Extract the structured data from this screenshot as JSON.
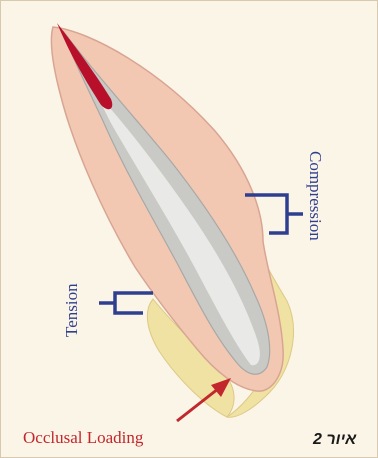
{
  "labels": {
    "compression": "Compression",
    "tension": "Tension",
    "occlusal_loading": "Occlusal Loading",
    "figure_number": "איור 2"
  },
  "colors": {
    "background": "#fbf5e8",
    "tooth_crown": "#f2c8b2",
    "dentin_outline": "#d9a593",
    "pulp": "#c9c9c6",
    "pulp_outline": "#a8a8a6",
    "bone": "#f0e2a2",
    "bracket_blue": "#2f3f8f",
    "arrow_red": "#c1272d",
    "pulp_tip": "#b8102a"
  }
}
